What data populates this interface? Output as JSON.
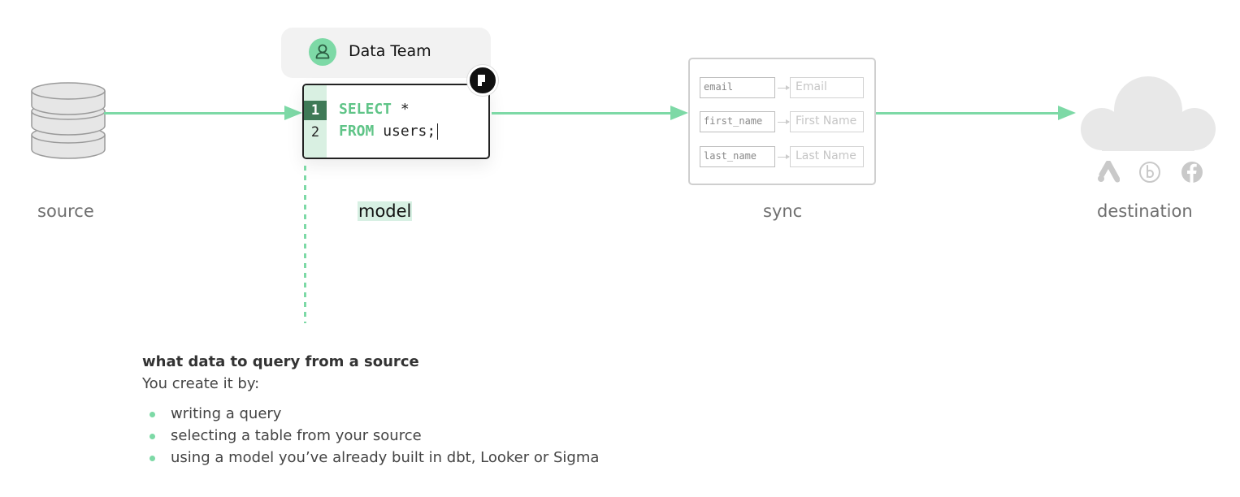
{
  "stages": {
    "source": "source",
    "model": "model",
    "sync": "sync",
    "destination": "destination"
  },
  "team": {
    "name": "Data Team",
    "icon": "user-icon"
  },
  "editor": {
    "line_numbers": [
      "1",
      "2"
    ],
    "line1_keyword": "SELECT",
    "line1_rest": " *",
    "line2_keyword": "FROM",
    "line2_rest": " users;"
  },
  "sync_fields": [
    {
      "source": "email",
      "destination": "Email"
    },
    {
      "source": "first_name",
      "destination": "First Name"
    },
    {
      "source": "last_name",
      "destination": "Last Name"
    }
  ],
  "destination_icons": [
    "google-ads-icon",
    "braze-icon",
    "facebook-icon"
  ],
  "description": {
    "title": "what data to query from a source",
    "subtitle": "You create it by:",
    "bullets": [
      "writing a query",
      "selecting a table from your source",
      "using a model you’ve already built in dbt, Looker or Sigma"
    ]
  },
  "colors": {
    "accent": "#7dd9a6",
    "accent_dark": "#3f7a57",
    "muted": "#6f6f6f"
  }
}
